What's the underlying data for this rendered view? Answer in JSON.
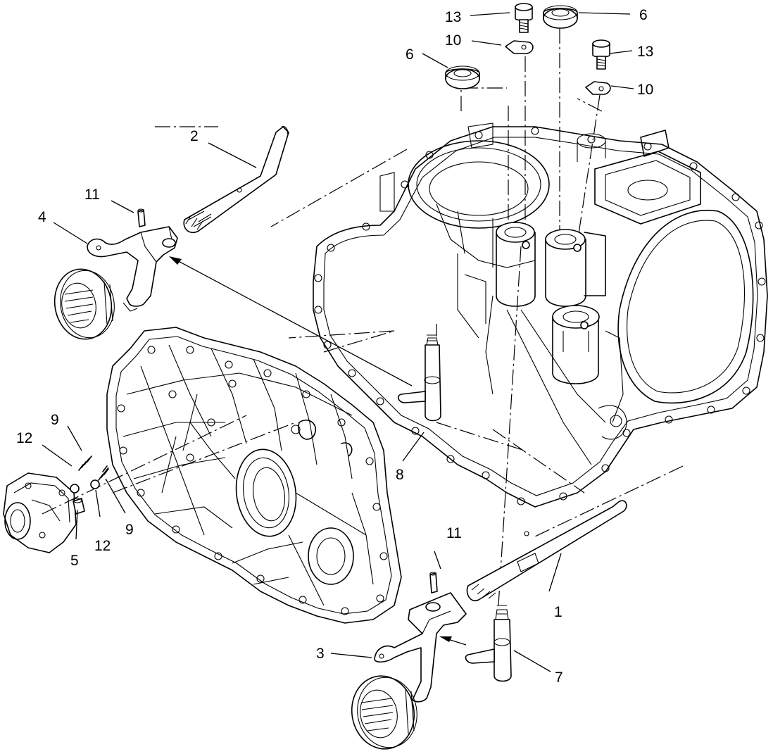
{
  "diagram": {
    "callouts": {
      "c1": "1",
      "c2": "2",
      "c3": "3",
      "c4": "4",
      "c5": "5",
      "c6a": "6",
      "c6b": "6",
      "c7": "7",
      "c8": "8",
      "c9a": "9",
      "c9b": "9",
      "c10a": "10",
      "c10b": "10",
      "c11a": "11",
      "c11b": "11",
      "c12a": "12",
      "c12b": "12",
      "c13a": "13",
      "c13b": "13"
    }
  }
}
